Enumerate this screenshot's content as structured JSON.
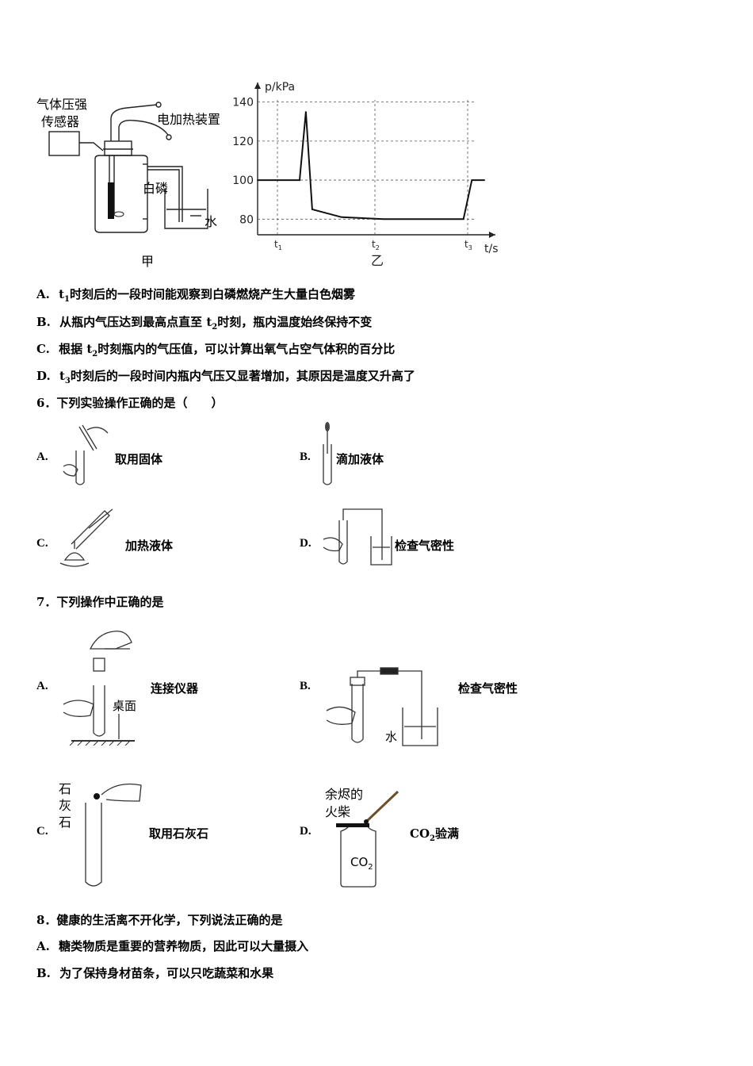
{
  "fig_apparatus": {
    "sensor_label_1": "气体压强",
    "sensor_label_2": "传感器",
    "heater_label": "电加热装置",
    "phosphorus_label": "白磷",
    "water_label": "水",
    "caption": "甲"
  },
  "chart_data": {
    "type": "line",
    "ylabel": "p/kPa",
    "xlabel": "t/s",
    "yticks": [
      "80",
      "100",
      "120",
      "140"
    ],
    "xticks": [
      "t1",
      "t2",
      "t3"
    ],
    "ylim": [
      72,
      150
    ],
    "grid": "dashed horizontal at 80,100,120,140; dashed vertical at t1,t2,t3",
    "series": [
      {
        "points": [
          {
            "x": 0,
            "y": 100
          },
          {
            "x": 1.0,
            "y": 100
          },
          {
            "x": 1.15,
            "y": 135
          },
          {
            "x": 1.3,
            "y": 85
          },
          {
            "x": 2.0,
            "y": 81
          },
          {
            "x": 3.0,
            "y": 80
          },
          {
            "x": 4.9,
            "y": 80
          },
          {
            "x": 5.1,
            "y": 100
          },
          {
            "x": 5.4,
            "y": 100
          }
        ]
      }
    ],
    "caption": "乙"
  },
  "q5_options": [
    {
      "letter": "A.",
      "pre": "t",
      "sub": "1",
      "post": "时刻后的一段时间能观察到白磷燃烧产生大量白色烟雾"
    },
    {
      "letter": "B.",
      "pre": "从瓶内气压达到最高点直至 t",
      "sub": "2",
      "post": "时刻，瓶内温度始终保持不变"
    },
    {
      "letter": "C.",
      "pre": "根据 t",
      "sub": "2",
      "post": "时刻瓶内的气压值，可以计算出氧气占空气体积的百分比"
    },
    {
      "letter": "D.",
      "pre": "t",
      "sub": "3",
      "post": "时刻后的一段时间内瓶内气压又显著增加，其原因是温度又升高了"
    }
  ],
  "q6": {
    "stem": "6．下列实验操作正确的是（　　）",
    "A": {
      "letter": "A.",
      "label": "取用固体"
    },
    "B": {
      "letter": "B.",
      "label": "滴加液体"
    },
    "C": {
      "letter": "C.",
      "label": "加热液体"
    },
    "D": {
      "letter": "D.",
      "label": "检查气密性"
    }
  },
  "q7": {
    "stem": "7．下列操作中正确的是",
    "A": {
      "letter": "A.",
      "label": "连接仪器",
      "fig_label": "桌面"
    },
    "B": {
      "letter": "B.",
      "label": "检查气密性",
      "fig_label": "水"
    },
    "C": {
      "letter": "C.",
      "label": "取用石灰石",
      "fig_label": "石灰石"
    },
    "D": {
      "letter": "D.",
      "label_pre": "CO",
      "label_sub": "2",
      "label_post": "验满",
      "fig_label_1": "余烬的",
      "fig_label_2": "火柴",
      "bottle_pre": "CO",
      "bottle_sub": "2"
    }
  },
  "q8": {
    "stem": "8．健康的生活离不开化学，下列说法正确的是",
    "options": [
      {
        "letter": "A.",
        "text": "糖类物质是重要的营养物质，因此可以大量摄入"
      },
      {
        "letter": "B.",
        "text": "为了保持身材苗条，可以只吃蔬菜和水果"
      }
    ]
  }
}
